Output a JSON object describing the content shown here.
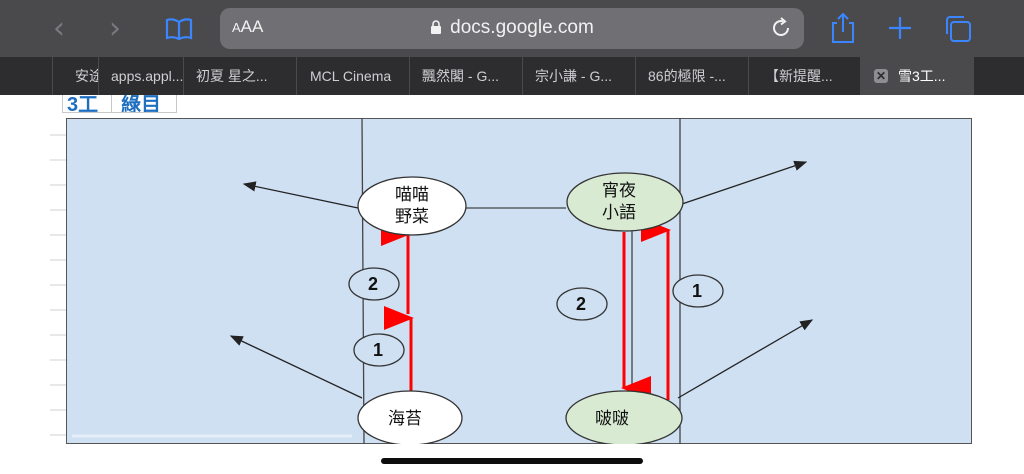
{
  "browser": {
    "address_aa": "AA",
    "url": "docs.google.com",
    "colors": {
      "accent": "#3b86ff"
    }
  },
  "tabs": [
    {
      "label": "安途"
    },
    {
      "label": "apps.appl..."
    },
    {
      "label": "初夏 星之..."
    },
    {
      "label": "MCL Cinema"
    },
    {
      "label": "飄然閣 - G..."
    },
    {
      "label": "宗小謙 - G..."
    },
    {
      "label": "86的極限 -..."
    },
    {
      "label": "【新提醒..."
    },
    {
      "label": "雪3工..."
    }
  ],
  "sheet_tabs": [
    {
      "label": "3工"
    },
    {
      "label": "綠目"
    }
  ],
  "diagram": {
    "nodes": [
      {
        "id": "n1",
        "line1": "喵喵",
        "line2": "野菜"
      },
      {
        "id": "n2",
        "line1": "宵夜",
        "line2": "小語"
      },
      {
        "id": "n3",
        "line1": "海苔",
        "line2": ""
      },
      {
        "id": "n4",
        "line1": "啵啵",
        "line2": ""
      }
    ],
    "badges": [
      {
        "id": "b1",
        "label": "2"
      },
      {
        "id": "b2",
        "label": "1"
      },
      {
        "id": "b3",
        "label": "2"
      },
      {
        "id": "b4",
        "label": "1"
      }
    ],
    "colors": {
      "background": "#cfe0f3",
      "white_node": "#ffffff",
      "green_node": "#d9ead3",
      "arrow_red": "#ff0000"
    }
  }
}
